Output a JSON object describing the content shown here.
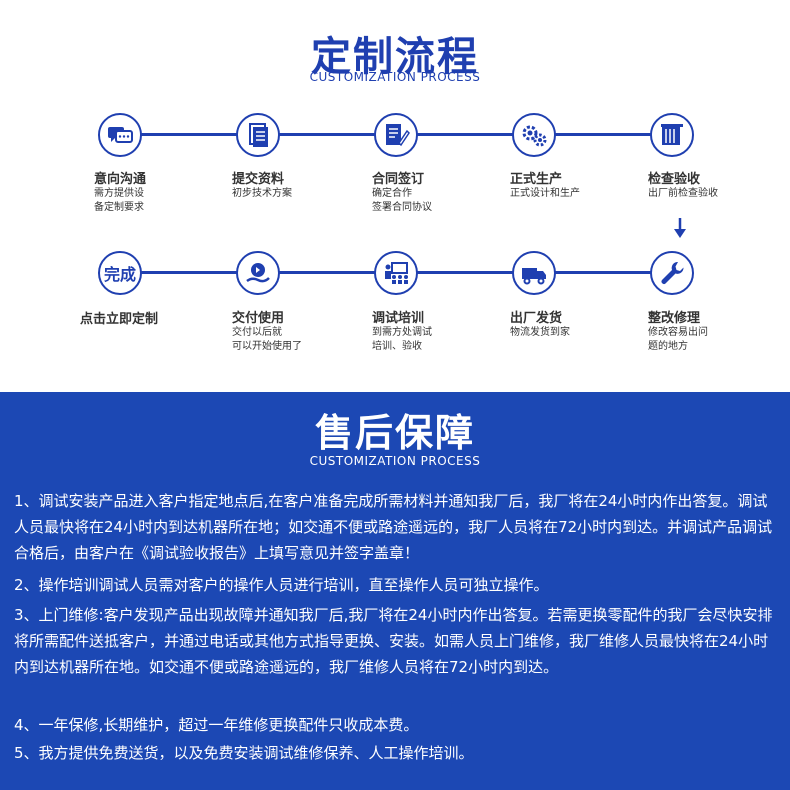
{
  "process": {
    "title": "定制流程",
    "subtitle": "CUSTOMIZATION PROCESS",
    "row1": [
      {
        "title": "意向沟通",
        "desc": "需方提供设\n备定制要求",
        "icon": "chat-bubbles-icon"
      },
      {
        "title": "提交资料",
        "desc": "初步技术方案",
        "icon": "documents-icon"
      },
      {
        "title": "合同签订",
        "desc": "确定合作\n签署合同协议",
        "icon": "contract-pen-icon"
      },
      {
        "title": "正式生产",
        "desc": "正式设计和生产",
        "icon": "gears-icon"
      },
      {
        "title": "检查验收",
        "desc": "出厂前检查验收",
        "icon": "inspection-icon"
      }
    ],
    "row2": [
      {
        "title": "点击立即定制",
        "desc": "",
        "icon_text": "完成"
      },
      {
        "title": "交付使用",
        "desc": "交付以后就\n可以开始使用了",
        "icon": "hand-delivery-icon"
      },
      {
        "title": "调试培训",
        "desc": "到需方处调试\n培训、验收",
        "icon": "training-icon"
      },
      {
        "title": "出厂发货",
        "desc": "物流发货到家",
        "icon": "truck-icon"
      },
      {
        "title": "整改修理",
        "desc": "修改容易出问\n题的地方",
        "icon": "wrench-icon"
      }
    ]
  },
  "after_sales": {
    "title": "售后保障",
    "subtitle": "CUSTOMIZATION PROCESS",
    "items": [
      "1、调试安装产品进入客户指定地点后,在客户准备完成所需材料并通知我厂后，我厂将在24小时内作出答复。调试人员最快将在24小时内到达机器所在地；如交通不便或路途遥远的，我厂人员将在72小时内到达。并调试产品调试合格后，由客户在《调试验收报告》上填写意见并签字盖章！",
      "2、操作培训调试人员需对客户的操作人员进行培训，直至操作人员可独立操作。",
      "3、上门维修:客户发现产品出现故障并通知我厂后,我厂将在24小时内作出答复。若需更换零配件的我厂会尽快安排将所需配件送抵客户，并通过电话或其他方式指导更换、安装。如需人员上门维修，我厂维修人员最快将在24小时内到达机器所在地。如交通不便或路途遥远的，我厂维修人员将在72小时内到达。",
      "4、一年保修,长期维护，超过一年维修更换配件只收成本费。",
      "5、我方提供免费送货，以及免费安装调试维修保养、人工操作培训。"
    ]
  },
  "colors": {
    "brand_blue": "#1f3fb0",
    "panel_blue": "#1c48b4"
  }
}
